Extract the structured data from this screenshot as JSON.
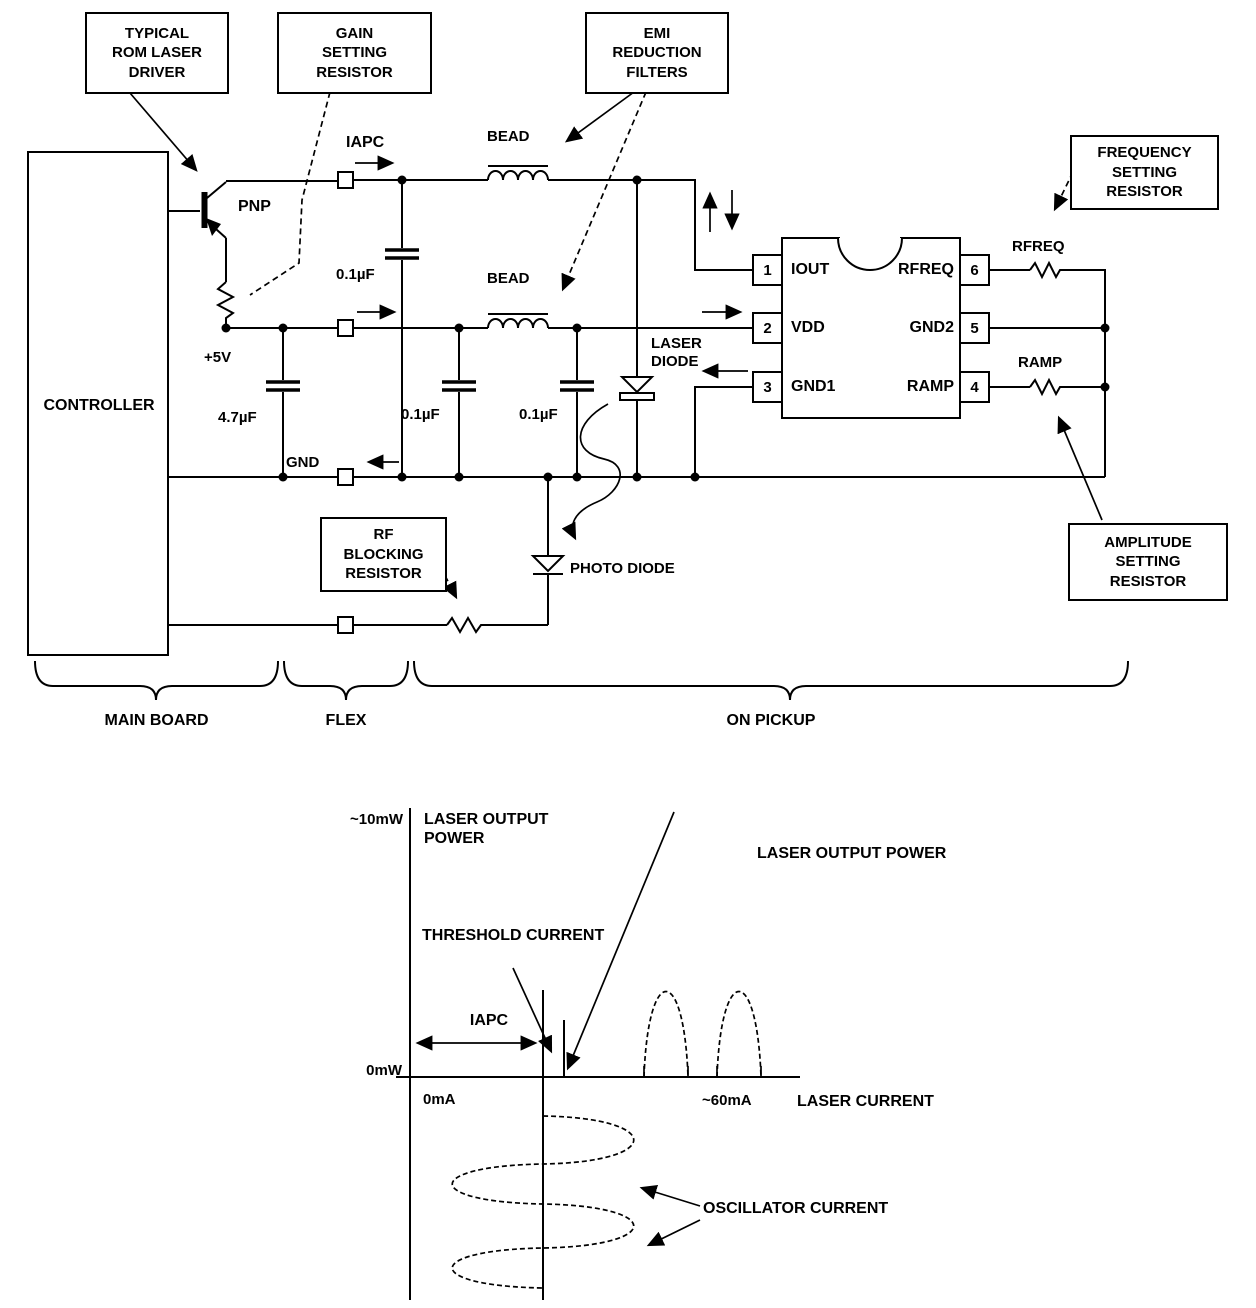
{
  "schematic": {
    "callouts": {
      "rom_driver": {
        "label": "TYPICAL\nROM LASER\nDRIVER"
      },
      "gain": {
        "label": "GAIN\nSETTING\nRESISTOR"
      },
      "emi": {
        "label": "EMI\nREDUCTION\nFILTERS"
      },
      "freq": {
        "label": "FREQUENCY\nSETTING\nRESISTOR"
      },
      "amp": {
        "label": "AMPLITUDE\nSETTING\nRESISTOR"
      },
      "rf": {
        "label": "RF\nBLOCKING\nRESISTOR"
      }
    },
    "labels": {
      "controller": "CONTROLLER",
      "pnp": "PNP",
      "iapc": "IAPC",
      "cap_iapc": "0.1µF",
      "plus5v": "+5V",
      "cap_bulk": "4.7µF",
      "gnd": "GND",
      "cap_vdd1": "0.1µF",
      "cap_vdd2": "0.1µF",
      "bead1": "BEAD",
      "bead2": "BEAD",
      "laser_diode": "LASER\nDIODE",
      "photo_diode": "PHOTO DIODE",
      "rfreq_net": "RFREQ",
      "ramp_net": "RAMP"
    },
    "ic": {
      "pins": [
        {
          "num": "1",
          "name": "IOUT"
        },
        {
          "num": "2",
          "name": "VDD"
        },
        {
          "num": "3",
          "name": "GND1"
        },
        {
          "num": "4",
          "name": "RAMP"
        },
        {
          "num": "5",
          "name": "GND2"
        },
        {
          "num": "6",
          "name": "RFREQ"
        }
      ]
    },
    "sections": {
      "main_board": "MAIN BOARD",
      "flex": "FLEX",
      "on_pickup": "ON PICKUP"
    }
  },
  "graph": {
    "y_max": "~10mW",
    "y_title": "LASER OUTPUT\nPOWER",
    "curve_label": "LASER OUTPUT POWER",
    "threshold": "THRESHOLD CURRENT",
    "iapc": "IAPC",
    "y_zero": "0mW",
    "x_zero": "0mA",
    "x_mark": "~60mA",
    "x_title": "LASER CURRENT",
    "oscillator": "OSCILLATOR CURRENT"
  },
  "colors": {
    "ink": "#000000",
    "background": "#ffffff"
  }
}
